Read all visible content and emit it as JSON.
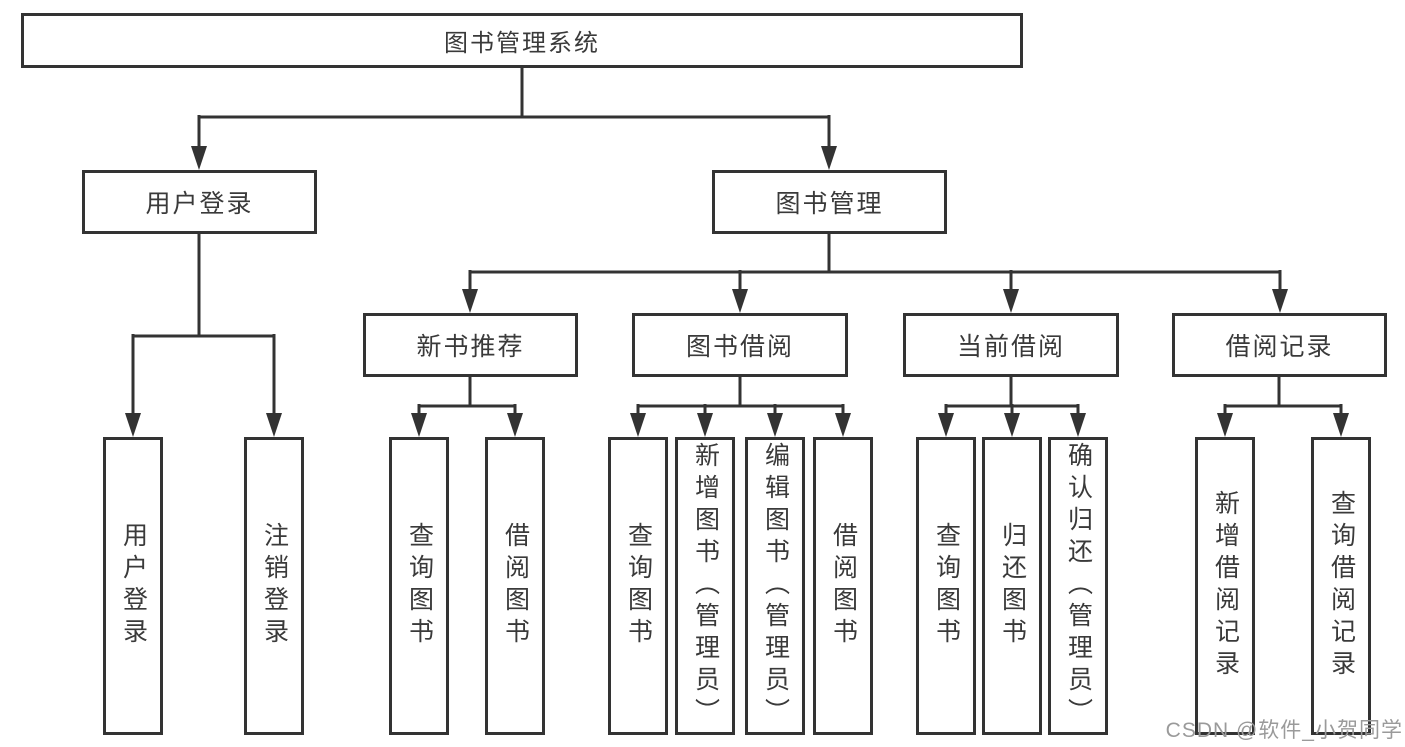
{
  "diagram": {
    "root": {
      "label": "图书管理系统",
      "children": [
        {
          "label": "用户登录",
          "children": [
            {
              "label": "用户登录"
            },
            {
              "label": "注销登录"
            }
          ]
        },
        {
          "label": "图书管理",
          "children": [
            {
              "label": "新书推荐",
              "children": [
                {
                  "label": "查询图书"
                },
                {
                  "label": "借阅图书"
                }
              ]
            },
            {
              "label": "图书借阅",
              "children": [
                {
                  "label": "查询图书"
                },
                {
                  "label": "新增图书（管理员）"
                },
                {
                  "label": "编辑图书（管理员）"
                },
                {
                  "label": "借阅图书"
                }
              ]
            },
            {
              "label": "当前借阅",
              "children": [
                {
                  "label": "查询图书"
                },
                {
                  "label": "归还图书"
                },
                {
                  "label": "确认归还（管理员）"
                }
              ]
            },
            {
              "label": "借阅记录",
              "children": [
                {
                  "label": "新增借阅记录"
                },
                {
                  "label": "查询借阅记录"
                }
              ]
            }
          ]
        }
      ]
    }
  },
  "colors": {
    "line": "#333333",
    "text": "#3a3a3a",
    "watermark": "#9a9a9a"
  },
  "watermark": {
    "text": "CSDN @软件_小贺同学"
  }
}
